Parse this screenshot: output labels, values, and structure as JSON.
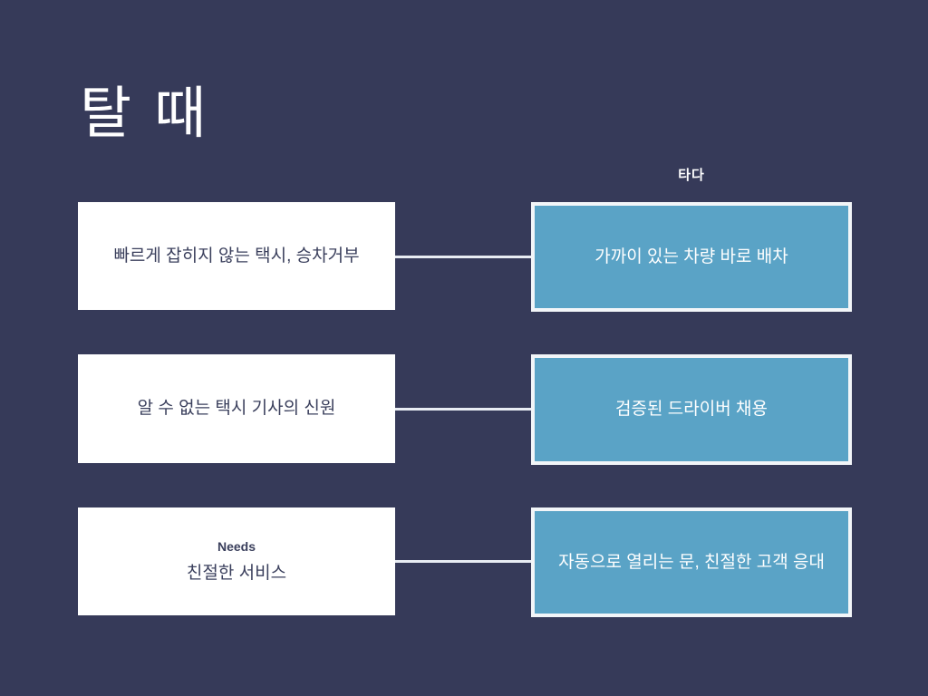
{
  "slide": {
    "title": "탈 때",
    "background_color": "#363a59",
    "accent_color": "#5aa3c6"
  },
  "right_column": {
    "heading": "타다"
  },
  "rows": [
    {
      "problem": "빠르게 잡히지 않는 택시, 승차거부",
      "solution": "가까이 있는 차량 바로 배차"
    },
    {
      "problem": "알 수 없는 택시 기사의 신원",
      "solution": "검증된 드라이버 채용"
    },
    {
      "needs_label": "Needs",
      "problem": "친절한 서비스",
      "solution": "자동으로 열리는 문, 친절한 고객 응대"
    }
  ]
}
